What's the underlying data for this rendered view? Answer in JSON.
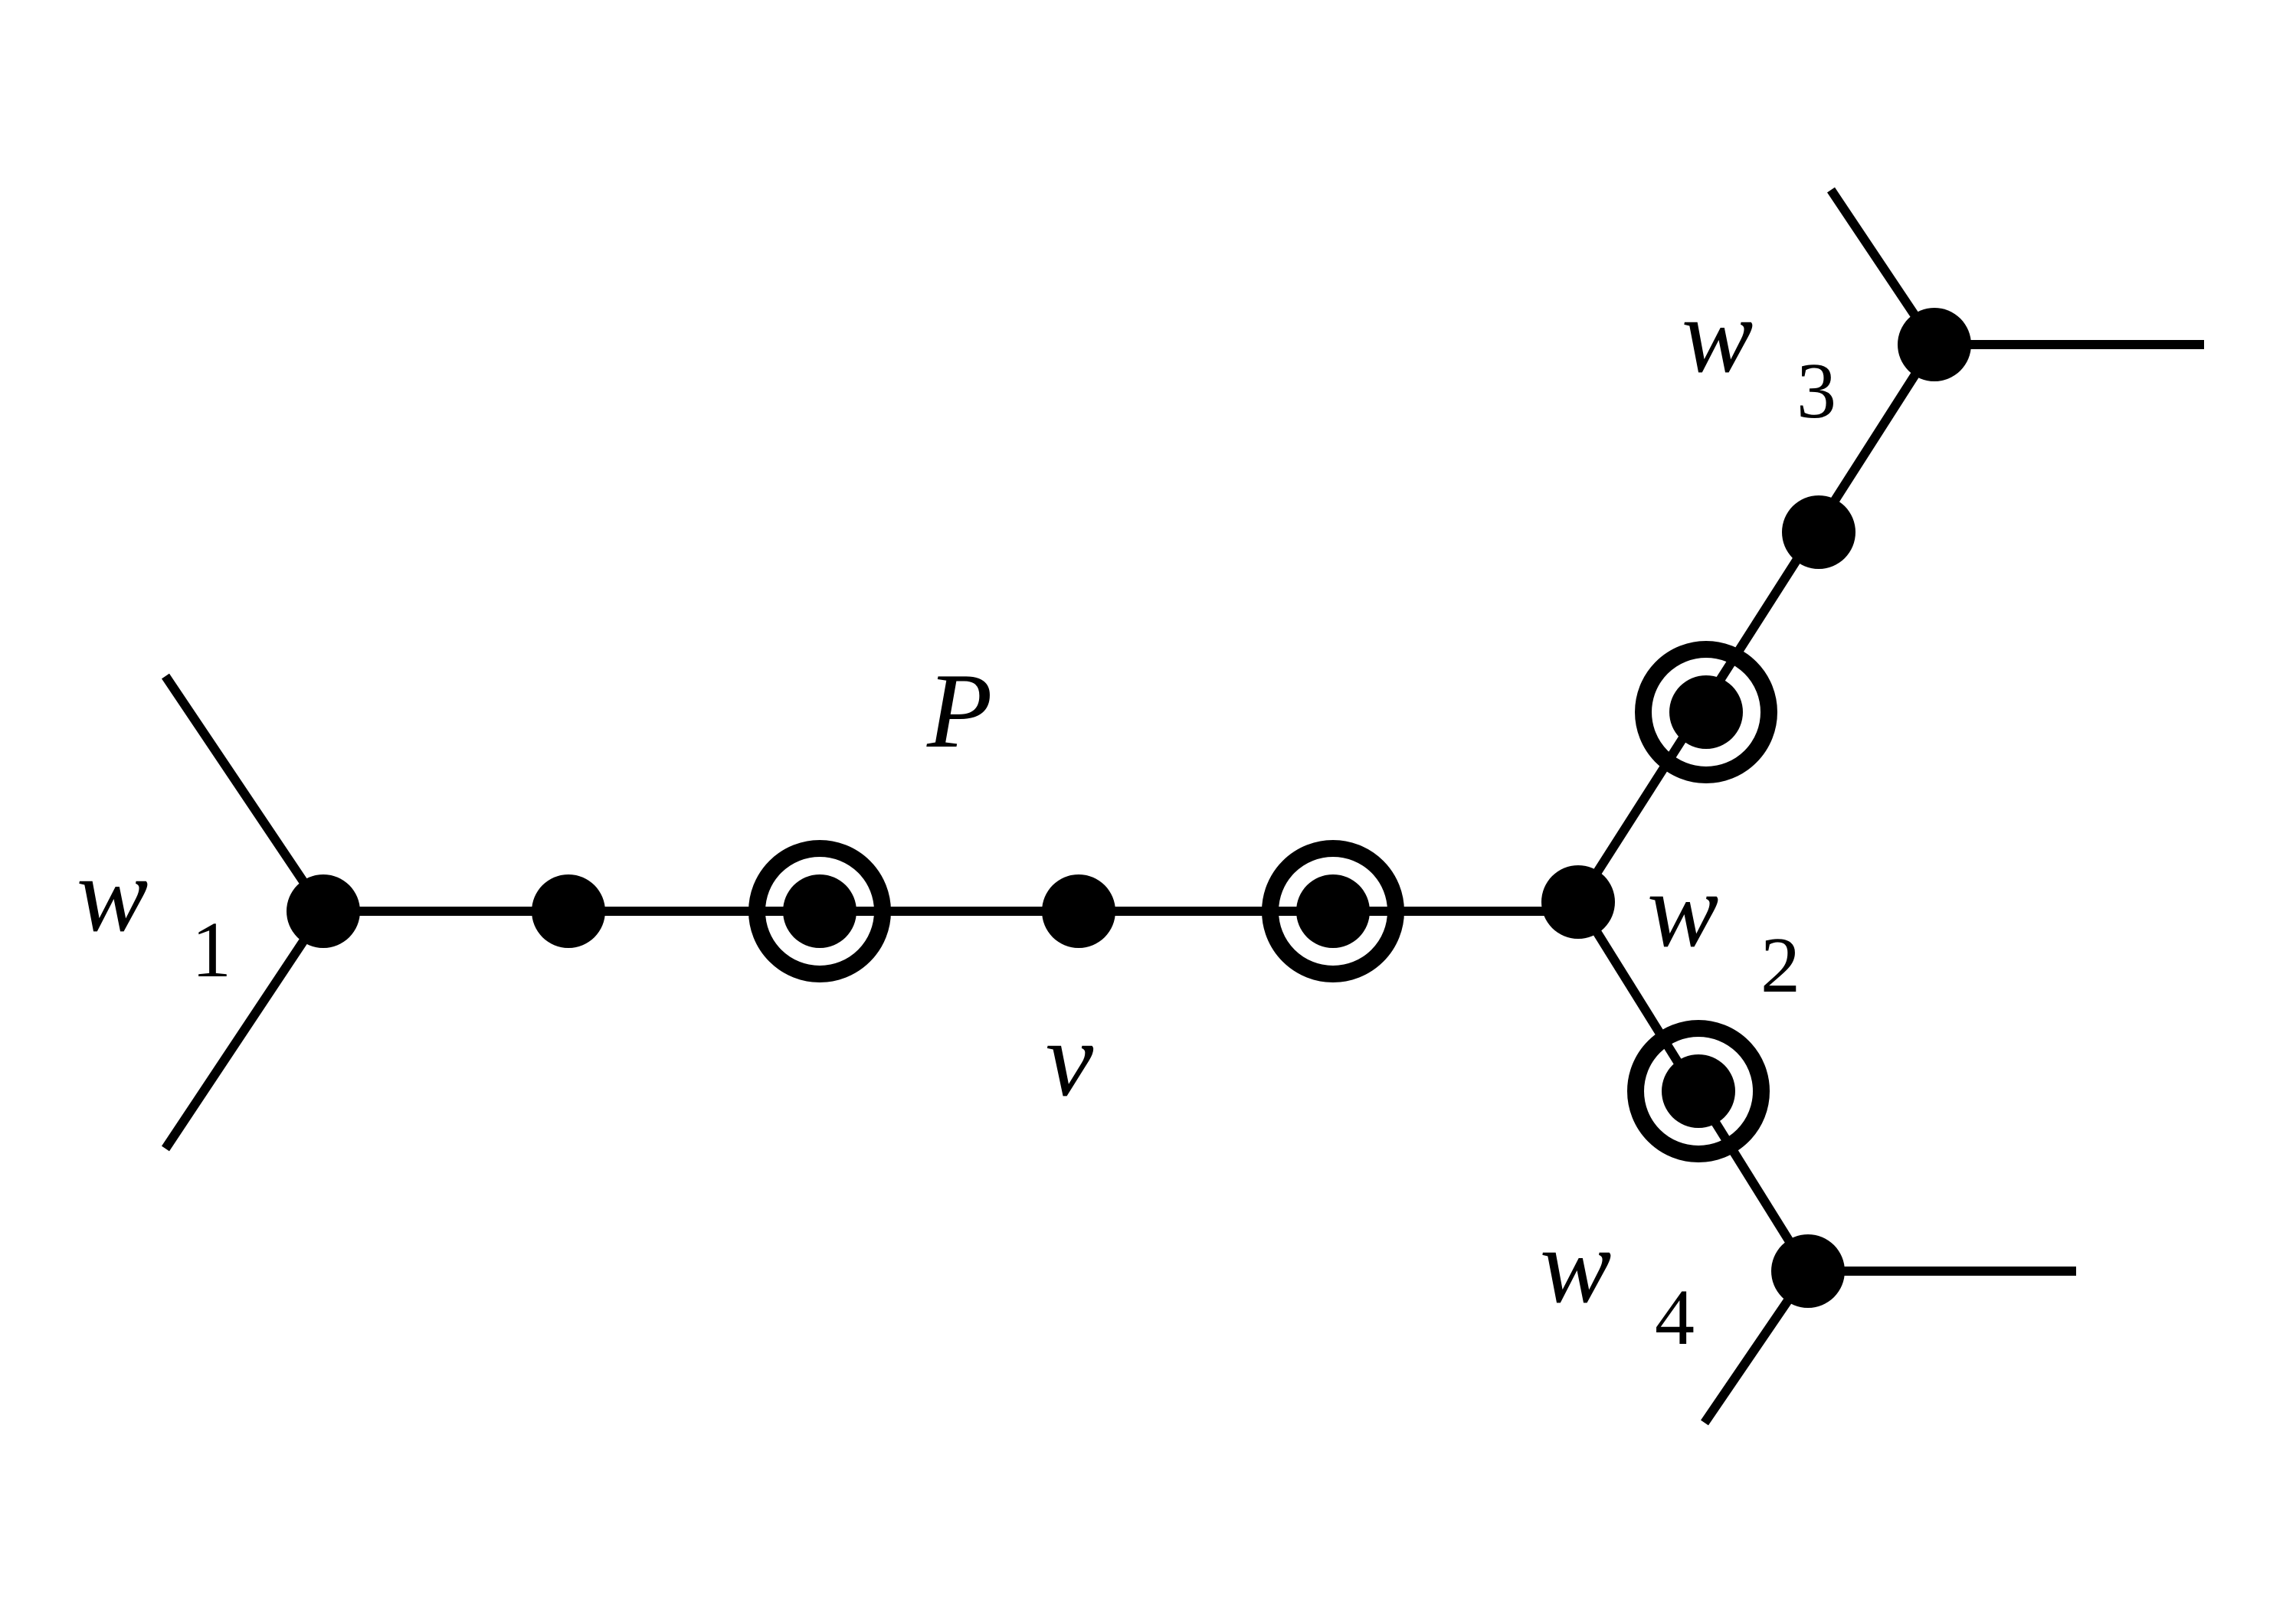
{
  "diagram": {
    "labels": {
      "P": "P",
      "v": "v",
      "w1": {
        "main": "w",
        "sub": "1"
      },
      "w2": {
        "main": "w",
        "sub": "2"
      },
      "w3": {
        "main": "w",
        "sub": "3"
      },
      "w4": {
        "main": "w",
        "sub": "4"
      }
    }
  }
}
